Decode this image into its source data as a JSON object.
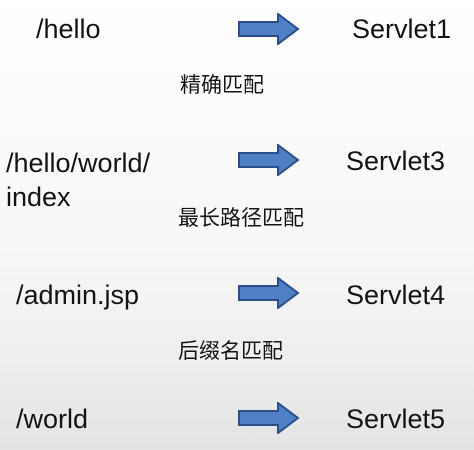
{
  "mappings": [
    {
      "url": "/hello",
      "servlet": "Servlet1",
      "rule": "精确匹配"
    },
    {
      "url": "/hello/world/\nindex",
      "servlet": "Servlet3",
      "rule": "最长路径匹配"
    },
    {
      "url": "/admin.jsp",
      "servlet": "Servlet4",
      "rule": "后缀名匹配"
    },
    {
      "url": "/world",
      "servlet": "Servlet5",
      "rule": ""
    }
  ],
  "colors": {
    "arrow_fill": "#4f7fc4",
    "arrow_stroke": "#2b4f86",
    "text": "#141414"
  },
  "icons": {
    "arrow": "right-arrow-icon"
  }
}
